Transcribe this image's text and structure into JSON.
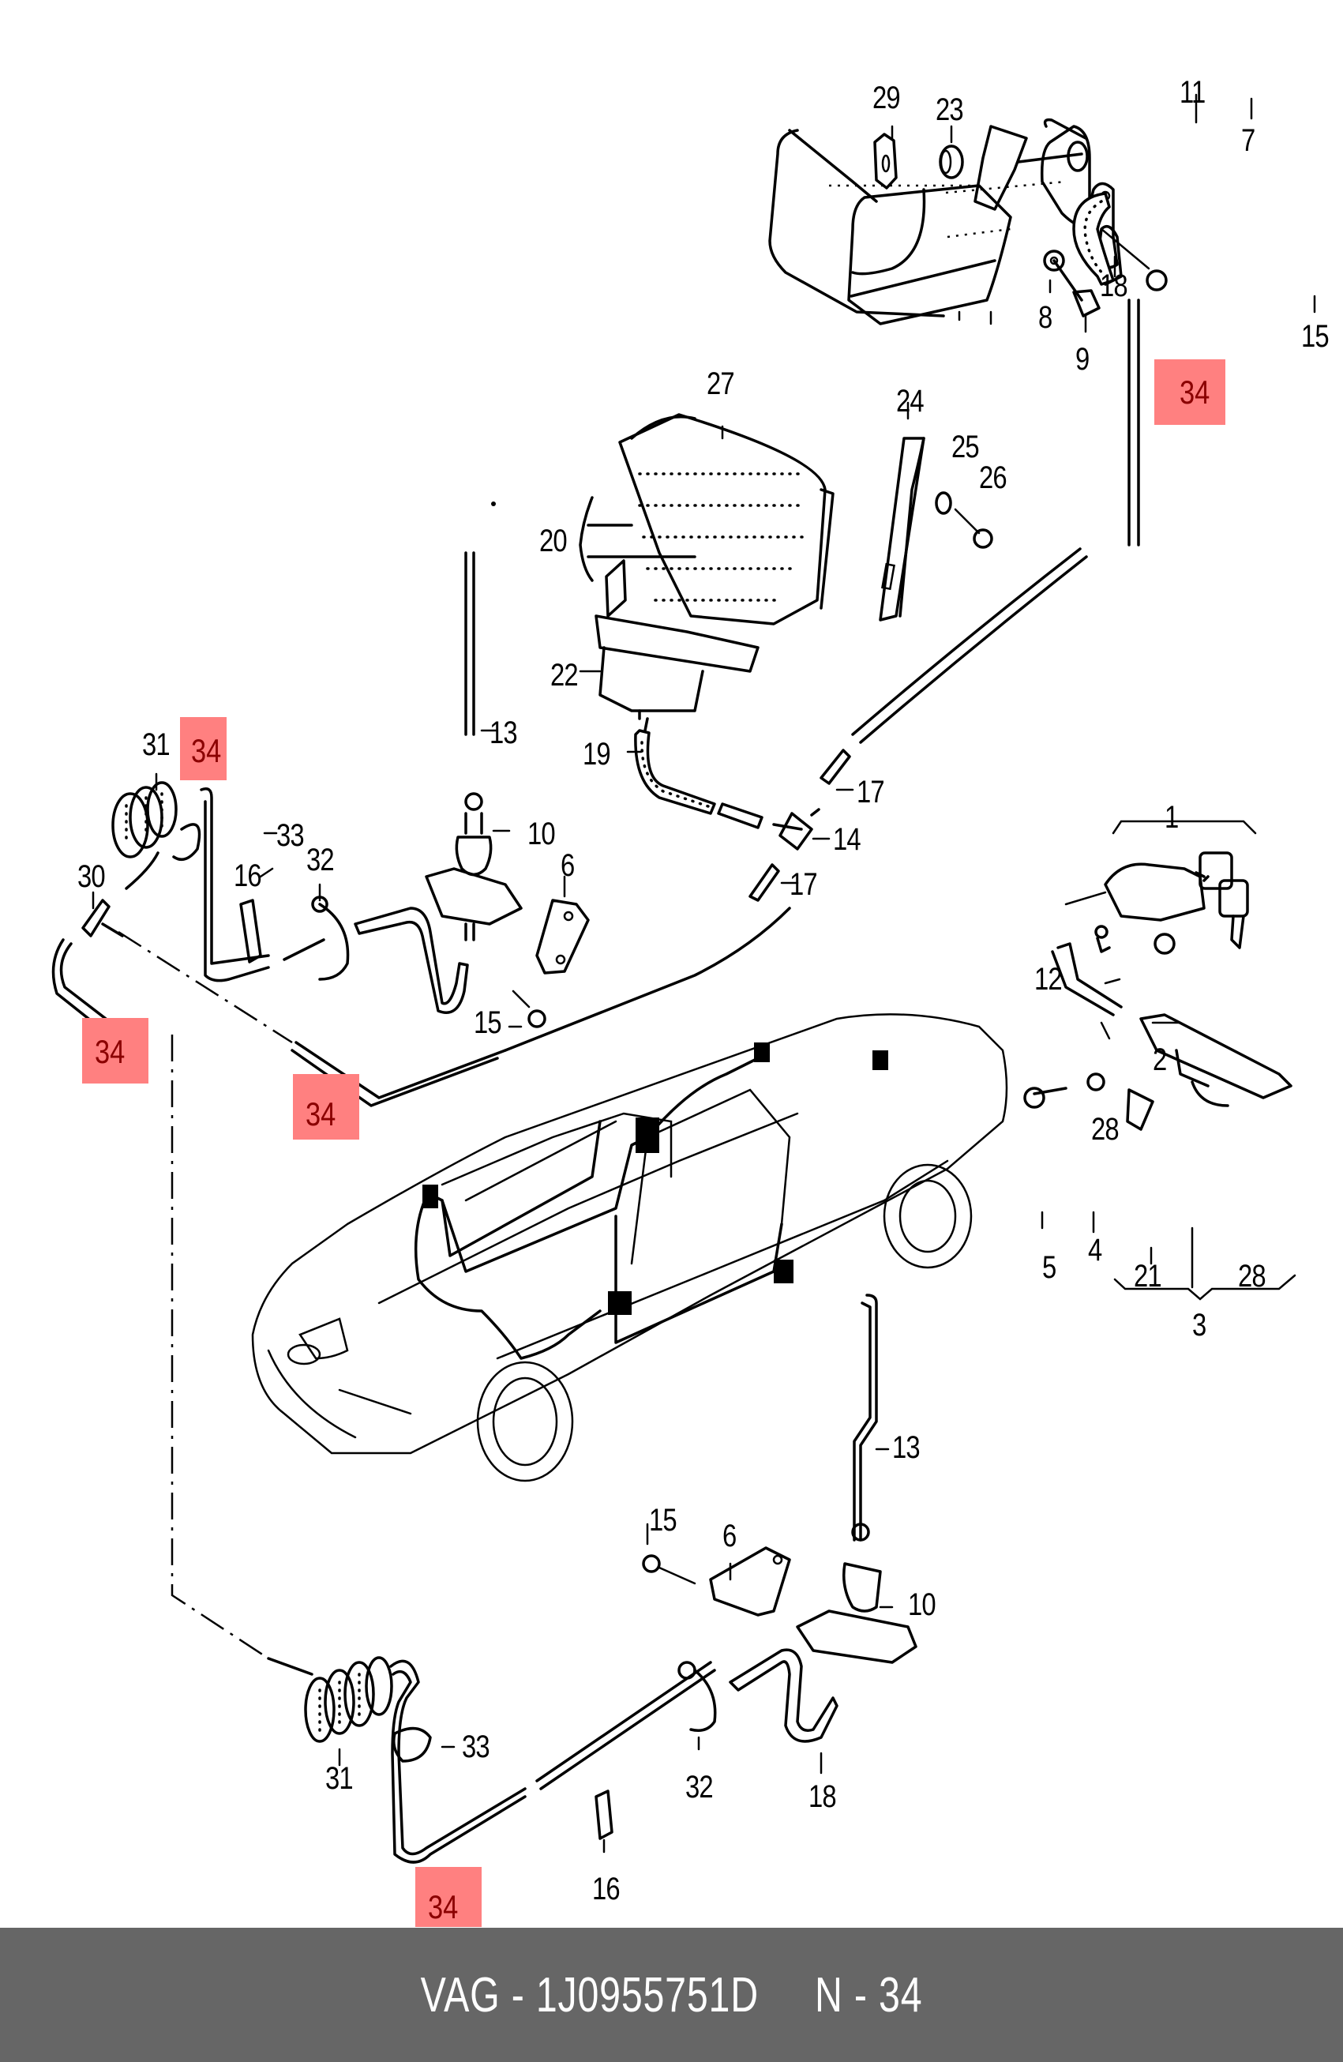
{
  "footer": {
    "brand": "VAG",
    "part_number": "1J0955751D",
    "position": "N - 34",
    "text": "VAG - 1J0955751D     N - 34"
  },
  "highlight": {
    "color": "#ff8080",
    "text_color": "#8b0000",
    "label": "34"
  },
  "callouts": {
    "c1": "1",
    "c2": "2",
    "c3": "3",
    "c4": "4",
    "c5": "5",
    "c6a": "6",
    "c6b": "6",
    "c7": "7",
    "c8": "8",
    "c9": "9",
    "c10a": "10",
    "c10b": "10",
    "c11": "11",
    "c12": "12",
    "c13a": "13",
    "c13b": "13",
    "c14": "14",
    "c15a": "15",
    "c15b": "15",
    "c15c": "15",
    "c16a": "16",
    "c16b": "16",
    "c17a": "17",
    "c17b": "17",
    "c18a": "18",
    "c18b": "18",
    "c19": "19",
    "c20": "20",
    "c21": "21",
    "c22": "22",
    "c23": "23",
    "c24": "24",
    "c25": "25",
    "c26": "26",
    "c27": "27",
    "c28a": "28",
    "c28b": "28",
    "c29": "29",
    "c30": "30",
    "c31a": "31",
    "c31b": "31",
    "c32a": "32",
    "c32b": "32",
    "c33a": "33",
    "c33b": "33"
  },
  "highlighted_callouts": [
    "34",
    "34",
    "34",
    "34",
    "34"
  ]
}
